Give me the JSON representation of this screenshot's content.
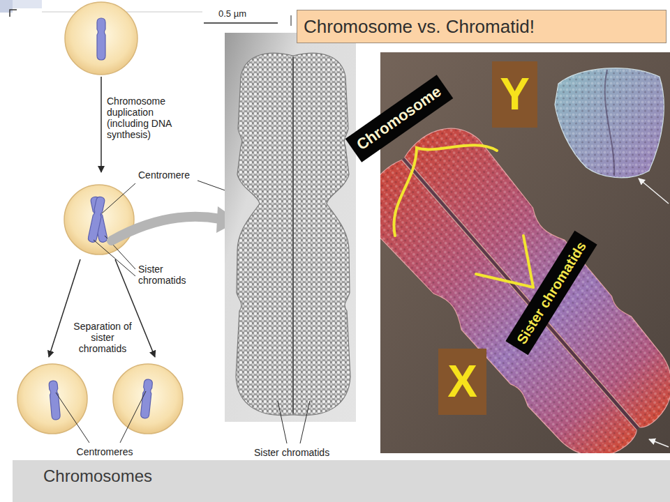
{
  "diagram": {
    "title": "Chromosome vs. Chromatid!",
    "caption": "Chromosomes",
    "nodes": [
      {
        "text": [
          "Y"
        ]
      },
      {
        "text": [
          "Chromosome"
        ]
      },
      {
        "text": [
          "Sister chromatids"
        ]
      },
      {
        "text": [
          "X"
        ]
      }
    ],
    "labels": [
      "0.5 µm",
      "Chromosome duplication (including DNA synthesis)",
      "Centromere",
      "Sister chromatids",
      "Separation of sister chromatids",
      "Centromeres",
      "Sister chromatids"
    ]
  }
}
